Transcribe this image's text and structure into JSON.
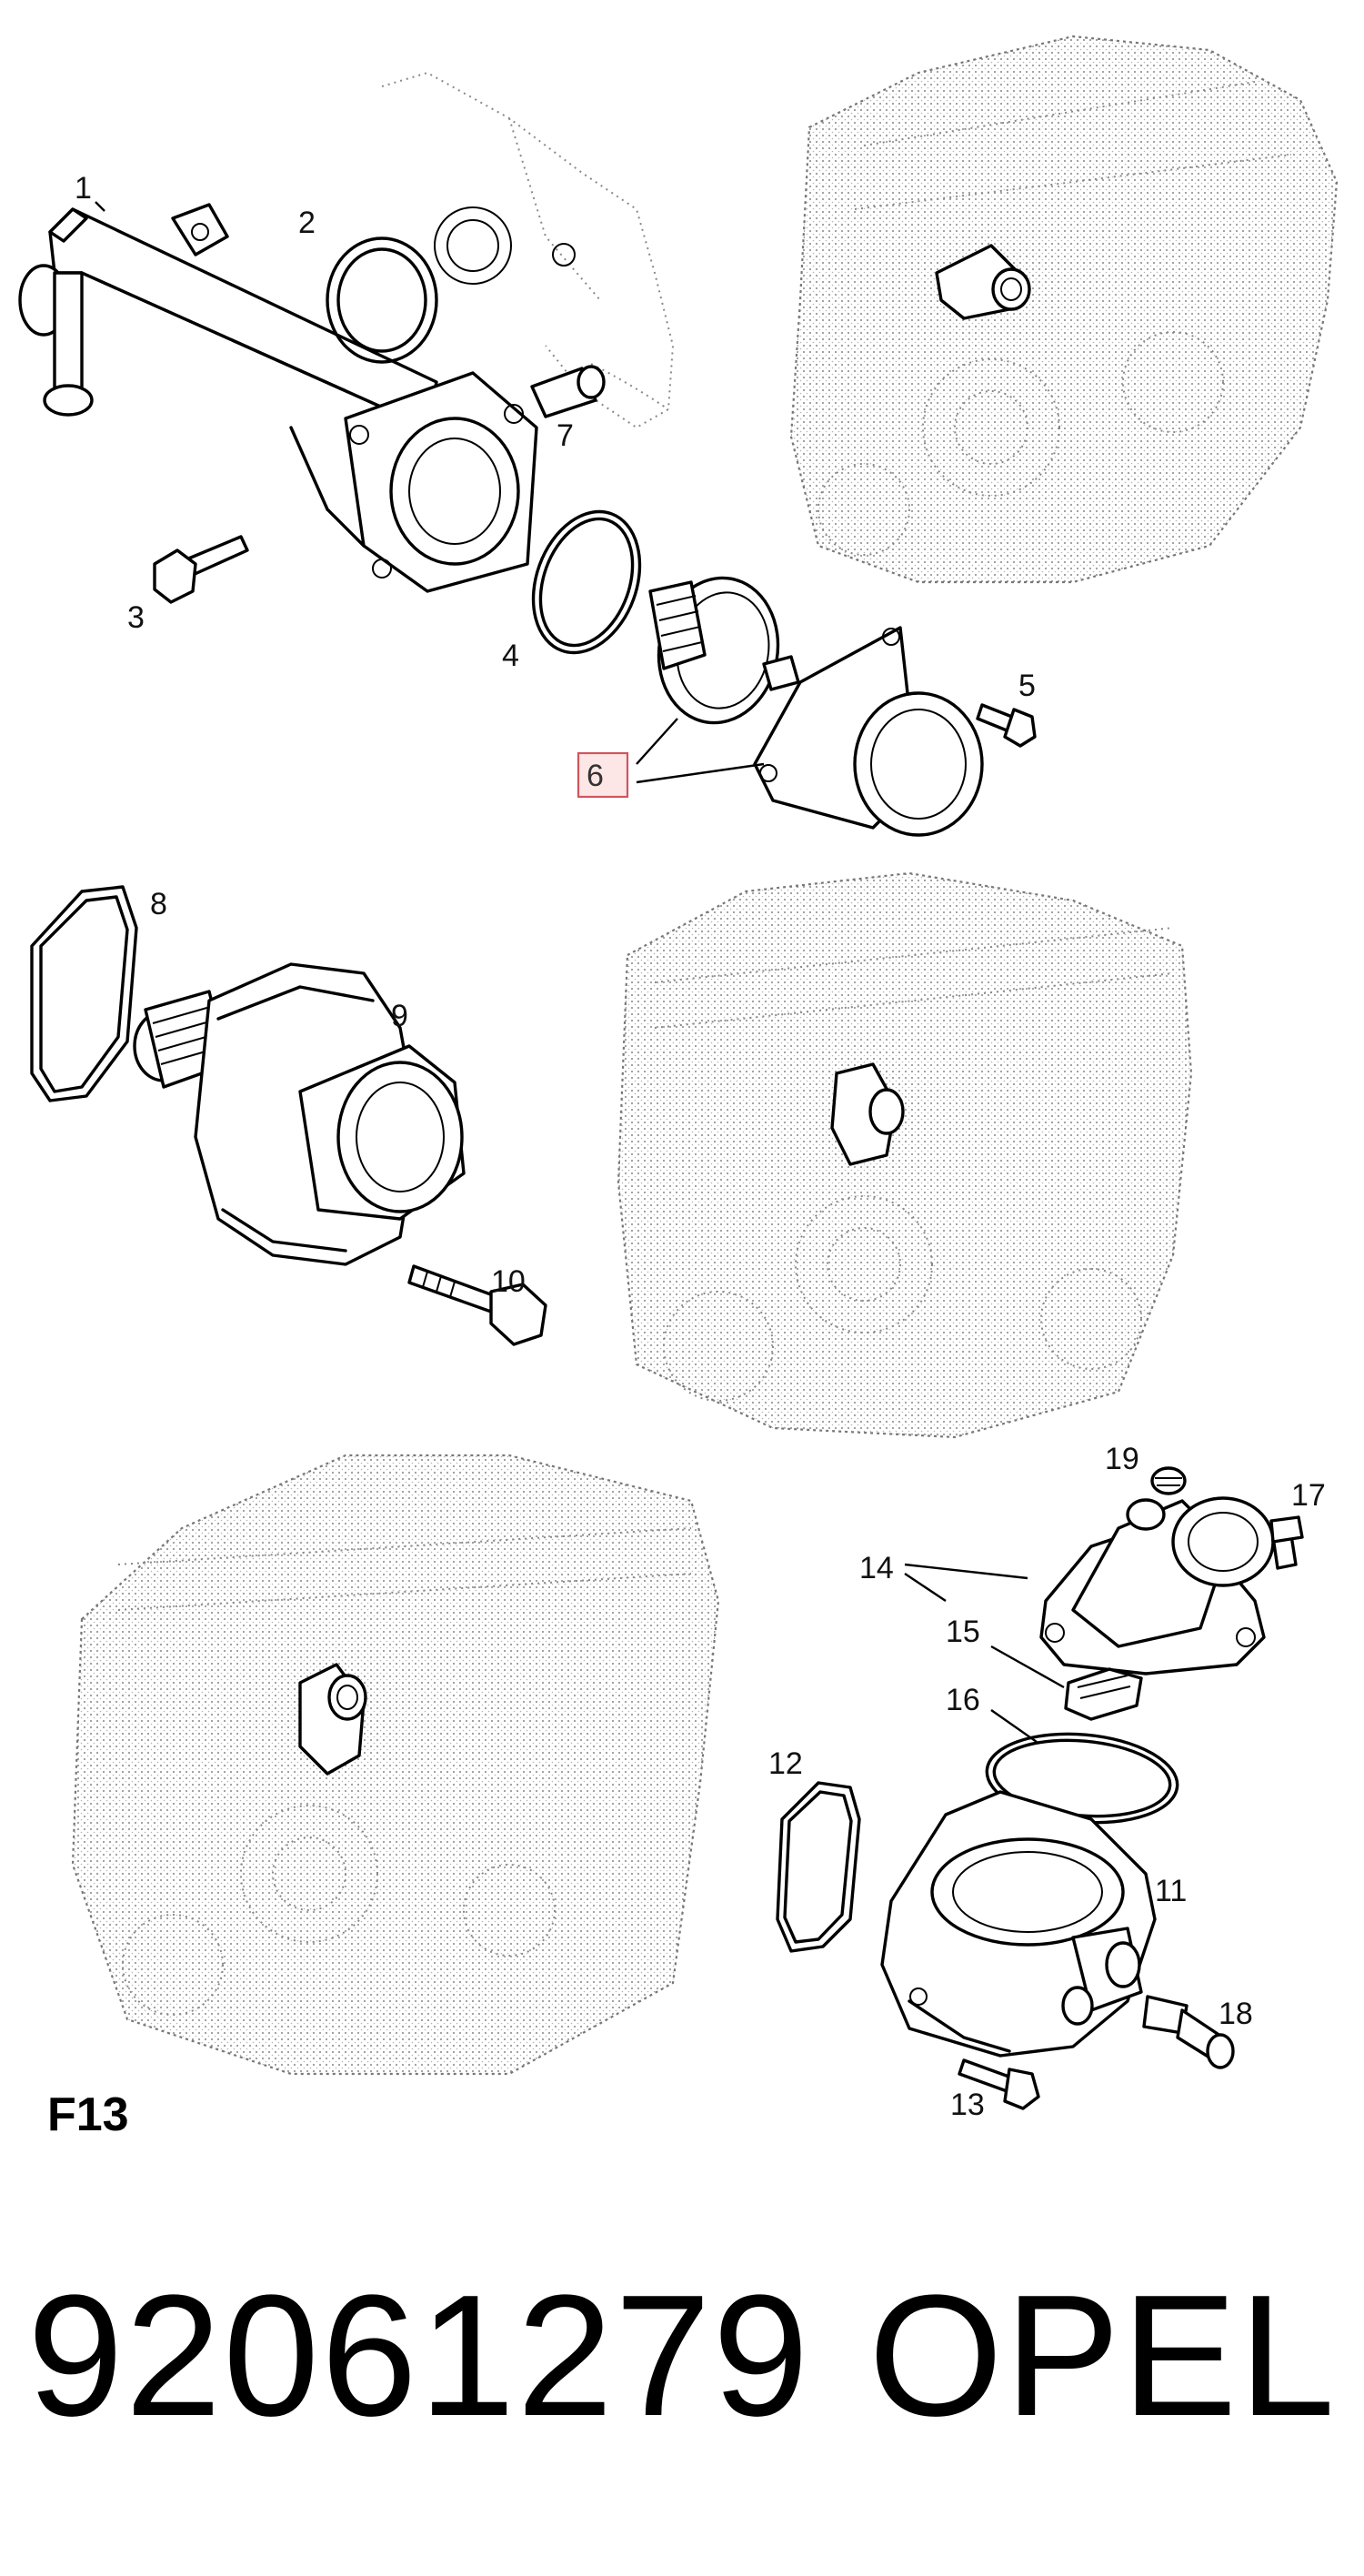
{
  "figure_code": "F13",
  "part_number": "92061279",
  "brand": "OPEL",
  "highlighted_callout": "6",
  "colors": {
    "highlight_fill": "#fde6e6",
    "highlight_stroke": "#d0555f",
    "line": "#000000"
  },
  "callouts": {
    "c1": "1",
    "c2": "2",
    "c3": "3",
    "c4": "4",
    "c5": "5",
    "c6": "6",
    "c7": "7",
    "c8": "8",
    "c9": "9",
    "c10": "10",
    "c11": "11",
    "c12": "12",
    "c13": "13",
    "c14": "14",
    "c15": "15",
    "c16": "16",
    "c17": "17",
    "c18": "18",
    "c19": "19"
  }
}
